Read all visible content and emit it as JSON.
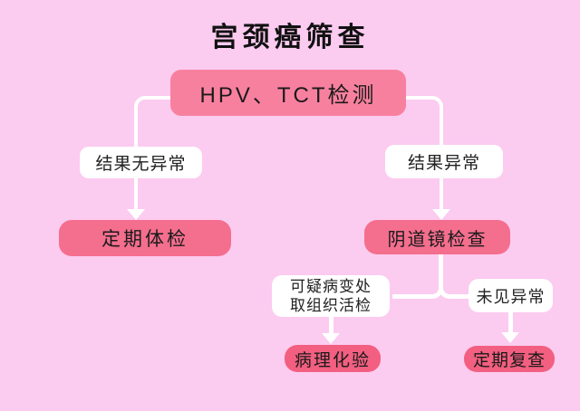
{
  "title": "宫颈癌筛查",
  "colors": {
    "background": "#fccbf0",
    "root_box": "#f8809f",
    "mid_box": "#f46e8e",
    "leaf_box": "#f25f80",
    "label_box": "#ffffff",
    "connector": "#ffffff",
    "text": "#1c1c1c"
  },
  "nodes": {
    "root": "HPV、TCT检测",
    "left_condition": "结果无异常",
    "left_result": "定期体检",
    "right_condition": "结果异常",
    "right_result": "阴道镜检查",
    "biopsy_condition_line1": "可疑病变处",
    "biopsy_condition_line2": "取组织活检",
    "biopsy_result": "病理化验",
    "normal_condition": "未见异常",
    "normal_result": "定期复查"
  }
}
